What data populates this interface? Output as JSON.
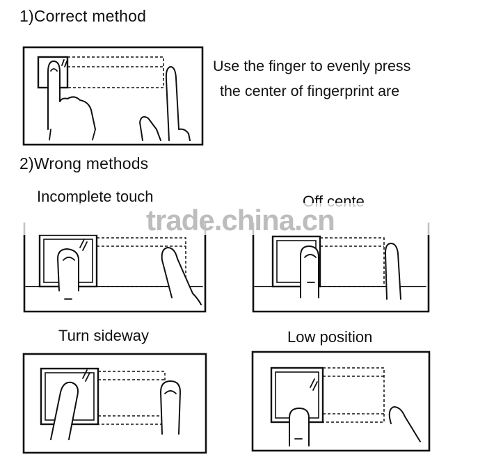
{
  "correct": {
    "heading": "1)Correct method",
    "instruction_line1": "Use the finger to evenly press",
    "instruction_line2": "the center of fingerprint are"
  },
  "wrong": {
    "heading": "2)Wrong methods",
    "cases": [
      {
        "caption": "Incomplete touch"
      },
      {
        "caption": "Off cente"
      },
      {
        "caption": "Turn sideway"
      },
      {
        "caption": "Low position"
      }
    ]
  },
  "watermark": {
    "text": "trade.china.cn"
  }
}
